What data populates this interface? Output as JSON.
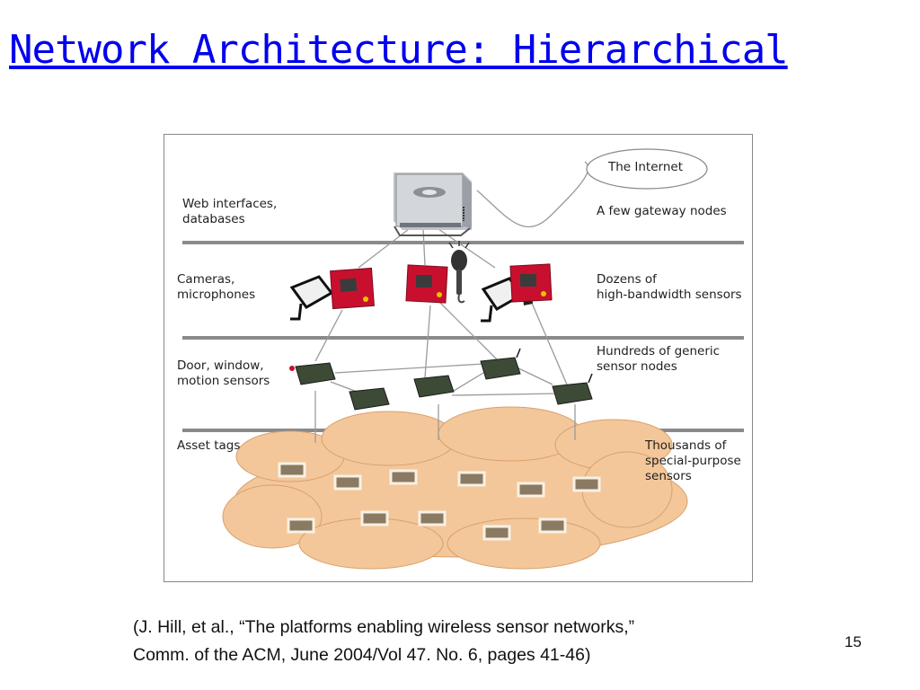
{
  "slide": {
    "title": "Network Architecture: Hierarchical",
    "page_number": "15",
    "citation": "(J. Hill, et al., “The platforms enabling wireless sensor networks,”\nComm. of the ACM, June 2004/Vol 47. No. 6, pages 41-46)"
  },
  "diagram": {
    "internet_label": "The Internet",
    "tiers": [
      {
        "left_label": "Web interfaces,\ndatabases",
        "right_label": "A few gateway nodes"
      },
      {
        "left_label": "Cameras,\nmicrophones",
        "right_label": "Dozens of\nhigh-bandwidth sensors"
      },
      {
        "left_label": "Door, window,\nmotion sensors",
        "right_label": "Hundreds of generic\nsensor nodes"
      },
      {
        "left_label": "Asset tags",
        "right_label": "Thousands of\nspecial-purpose\nsensors"
      }
    ]
  },
  "colors": {
    "title": "#0000ee",
    "cloud_fill": "#f3c79a",
    "separator": "#8a8a8a",
    "sensor_board": "#c8102e"
  }
}
